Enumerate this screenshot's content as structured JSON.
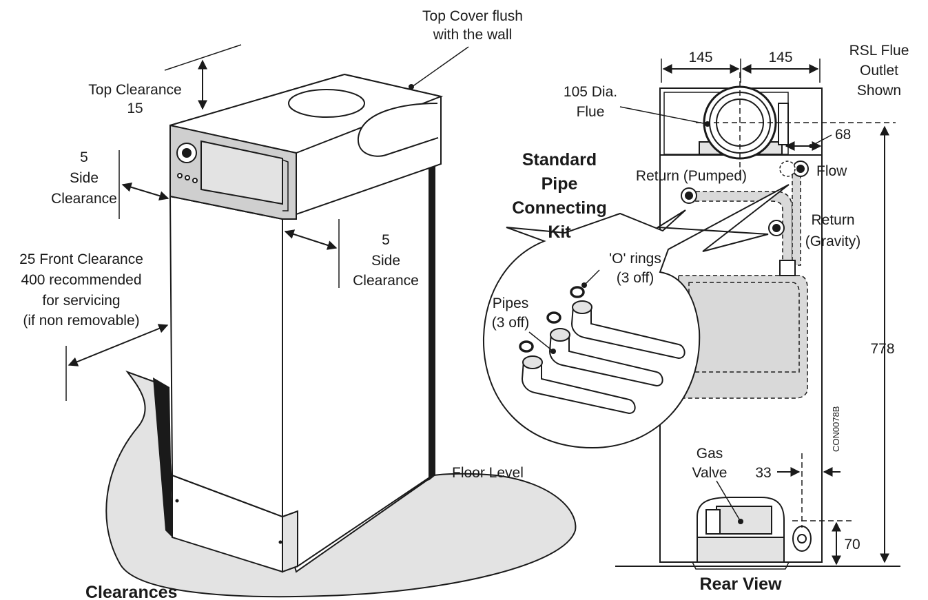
{
  "labels": {
    "top_cover_1": "Top Cover flush",
    "top_cover_2": "with the wall",
    "top_clearance_1": "Top Clearance",
    "top_clearance_2": "15",
    "side_left_1": "5",
    "side_left_2": "Side",
    "side_left_3": "Clearance",
    "side_right_1": "5",
    "side_right_2": "Side",
    "side_right_3": "Clearance",
    "front_1": "25 Front Clearance",
    "front_2": "400 recommended",
    "front_3": "for servicing",
    "front_4": "(if non removable)",
    "floor_level": "Floor Level",
    "clearances_title": "Clearances",
    "dim_145_left": "145",
    "dim_145_right": "145",
    "rsl_1": "RSL Flue",
    "rsl_2": "Outlet",
    "rsl_3": "Shown",
    "flue_1": "105 Dia.",
    "flue_2": "Flue",
    "dim_68": "68",
    "kit_1": "Standard",
    "kit_2": "Pipe",
    "kit_3": "Connecting",
    "kit_4": "Kit",
    "return_pumped": "Return (Pumped)",
    "flow": "Flow",
    "return_gravity_1": "Return",
    "return_gravity_2": "(Gravity)",
    "o_rings_1": "'O' rings",
    "o_rings_2": "(3 off)",
    "pipes_1": "Pipes",
    "pipes_2": "(3 off)",
    "dim_778": "778",
    "drawing_code": "CON0078B",
    "gas_valve_1": "Gas",
    "gas_valve_2": "Valve",
    "dim_33": "33",
    "dim_70": "70",
    "rear_view_title": "Rear View"
  },
  "colors": {
    "line": "#1a1a1a",
    "panel_grey": "#cfcfcf",
    "light_grey": "#e3e3e3",
    "background": "#ffffff"
  }
}
